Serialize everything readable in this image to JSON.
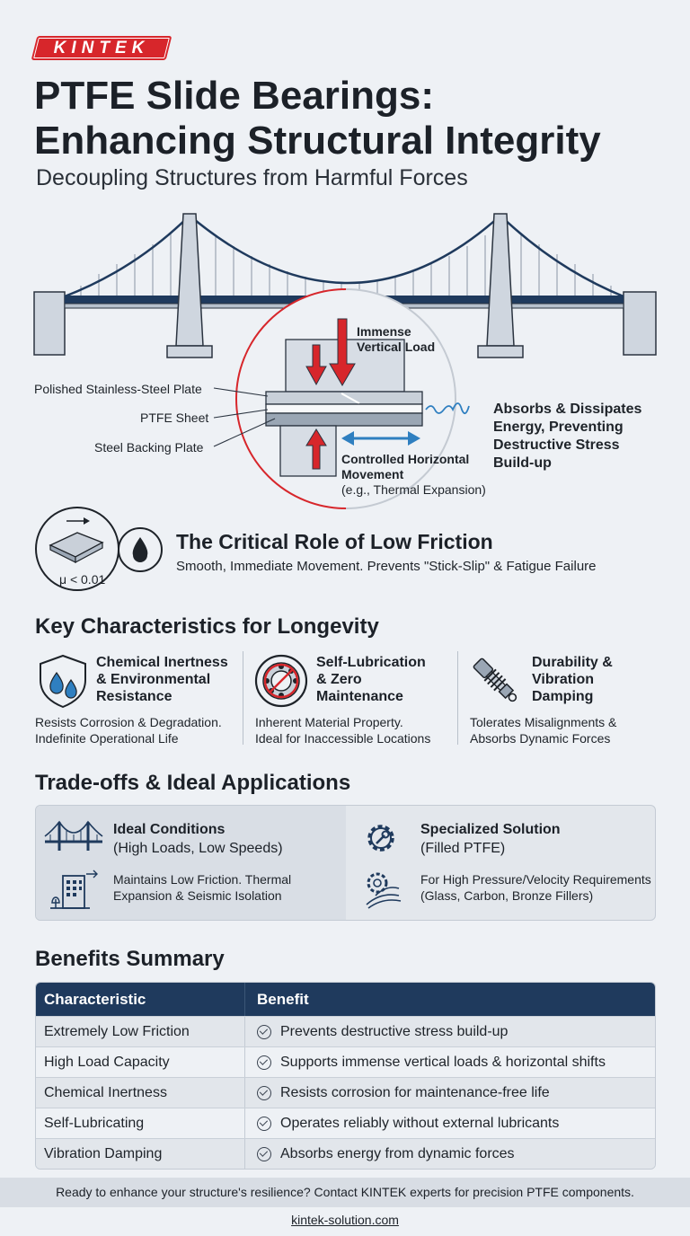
{
  "brand": {
    "logo_text": "KINTEK",
    "color": "#d7262b"
  },
  "header": {
    "title_line1": "PTFE Slide Bearings:",
    "title_line2": "Enhancing Structural Integrity",
    "subtitle": "Decoupling Structures from Harmful Forces"
  },
  "diagram": {
    "load_label_1": "Immense",
    "load_label_2": "Vertical Load",
    "plate_top": "Polished Stainless-Steel Plate",
    "ptfe": "PTFE Sheet",
    "plate_bottom": "Steel Backing Plate",
    "movement_1": "Controlled Horizontal",
    "movement_2": "Movement",
    "movement_3": "(e.g., Thermal Expansion)",
    "energy_1": "Absorbs & Dissipates",
    "energy_2": "Energy, Preventing",
    "energy_3": "Destructive Stress",
    "energy_4": "Build-up",
    "colors": {
      "steel": "#1f3a5d",
      "arrow_red": "#d7262b",
      "arrow_blue": "#2f7fc0"
    }
  },
  "low_friction": {
    "title": "The Critical Role of Low Friction",
    "subtitle": "Smooth, Immediate Movement. Prevents \"Stick-Slip\" & Fatigue Failure",
    "mu": "μ < 0.01"
  },
  "key_characteristics": {
    "heading": "Key Characteristics for Longevity",
    "items": [
      {
        "icon": "shield-drops-icon",
        "title_1": "Chemical Inertness",
        "title_2": "& Environmental",
        "title_3": "Resistance",
        "desc_1": "Resists Corrosion & Degradation.",
        "desc_2": "Indefinite Operational Life"
      },
      {
        "icon": "no-oil-bearing-icon",
        "title_1": "Self-Lubrication",
        "title_2": "& Zero",
        "title_3": "Maintenance",
        "desc_1": "Inherent Material Property.",
        "desc_2": "Ideal for Inaccessible Locations"
      },
      {
        "icon": "shock-absorber-icon",
        "title_1": "Durability &",
        "title_2": "Vibration",
        "title_3": "Damping",
        "desc_1": "Tolerates Misalignments &",
        "desc_2": "Absorbs Dynamic Forces"
      }
    ]
  },
  "tradeoffs": {
    "heading": "Trade-offs & Ideal Applications",
    "ideal": {
      "title": "Ideal Conditions",
      "sub": "(High Loads, Low Speeds)",
      "desc_1": "Maintains Low Friction. Thermal",
      "desc_2": "Expansion & Seismic Isolation"
    },
    "special": {
      "title": "Specialized Solution",
      "sub": "(Filled PTFE)",
      "desc_1": "For High Pressure/Velocity Requirements",
      "desc_2": "(Glass, Carbon, Bronze Fillers)"
    }
  },
  "benefits": {
    "heading": "Benefits Summary",
    "columns": [
      "Characteristic",
      "Benefit"
    ],
    "rows": [
      [
        "Extremely Low Friction",
        "Prevents destructive stress build-up"
      ],
      [
        "High Load Capacity",
        "Supports immense vertical loads & horizontal shifts"
      ],
      [
        "Chemical Inertness",
        "Resists corrosion for maintenance-free life"
      ],
      [
        "Self-Lubricating",
        "Operates reliably without external lubricants"
      ],
      [
        "Vibration Damping",
        "Absorbs energy from dynamic forces"
      ]
    ]
  },
  "footer": {
    "cta": "Ready to enhance your structure's resilience? Contact KINTEK experts for precision PTFE components.",
    "url": "kintek-solution.com"
  }
}
